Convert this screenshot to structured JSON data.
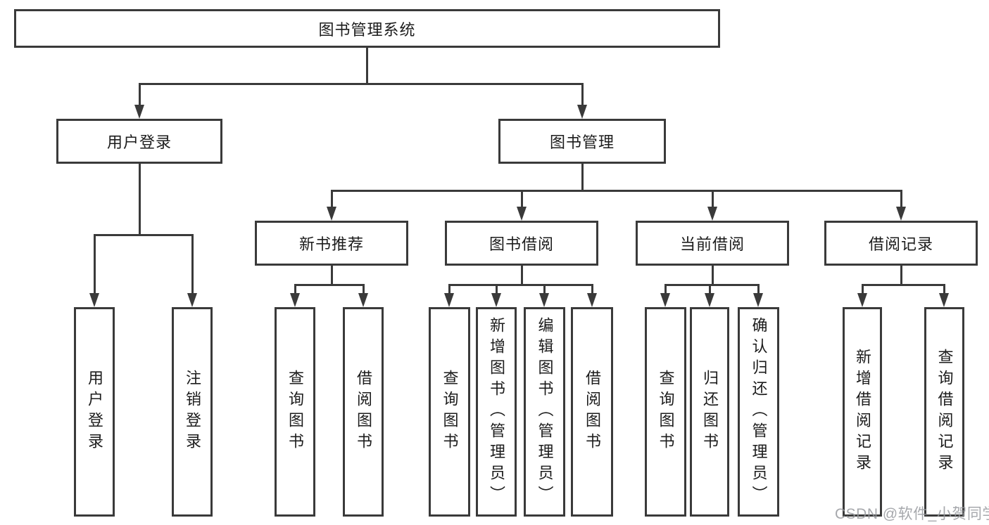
{
  "colors": {
    "line": "#3a3a3a",
    "border": "#3a3a3a",
    "text": "#1c1c1c",
    "background": "#ffffff",
    "watermark": "#96999e"
  },
  "watermark": {
    "text": "CSDN @软件_小贺同学"
  },
  "diagram": {
    "type": "hierarchy-tree",
    "tree": {
      "label": "图书管理系统",
      "children": [
        {
          "label": "用户登录",
          "children": [
            {
              "label": "用户登录"
            },
            {
              "label": "注销登录"
            }
          ]
        },
        {
          "label": "图书管理",
          "children": [
            {
              "label": "新书推荐",
              "children": [
                {
                  "label": "查询图书"
                },
                {
                  "label": "借阅图书"
                }
              ]
            },
            {
              "label": "图书借阅",
              "children": [
                {
                  "label": "查询图书"
                },
                {
                  "label": "新增图书（管理员）"
                },
                {
                  "label": "编辑图书（管理员）"
                },
                {
                  "label": "借阅图书"
                }
              ]
            },
            {
              "label": "当前借阅",
              "children": [
                {
                  "label": "查询图书"
                },
                {
                  "label": "归还图书"
                },
                {
                  "label": "确认归还（管理员）"
                }
              ]
            },
            {
              "label": "借阅记录",
              "children": [
                {
                  "label": "新增借阅记录"
                },
                {
                  "label": "查询借阅记录"
                }
              ]
            }
          ]
        }
      ]
    }
  }
}
